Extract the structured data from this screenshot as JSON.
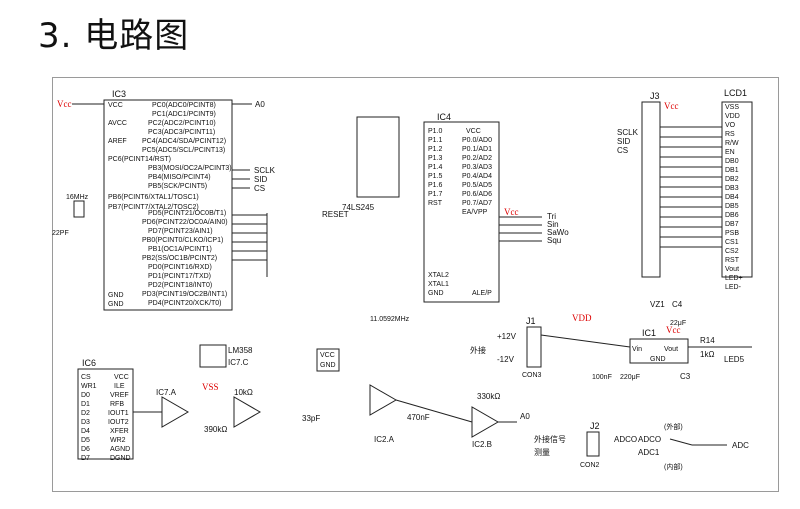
{
  "heading": {
    "number": "3.",
    "title": "电路图"
  },
  "components": {
    "ic3": "IC3",
    "ic4": "IC4",
    "ic6": "IC6",
    "ic1": "IC1",
    "lcd": "LCD1",
    "j3": "J3",
    "j1": "J1",
    "j2": "J2",
    "buffer": "74LS245",
    "opamp": "LM358",
    "vcc": "Vcc",
    "vdd": "VDD",
    "vss": "VSS",
    "crystal1": "16MHz",
    "crystal2": "11.0592MHz",
    "con3": "CON3",
    "con2": "CON2",
    "a0": "A0",
    "adc": "ADC",
    "adco": "ADCO",
    "adc1": "ADC1",
    "ic7a": "IC7.A",
    "ic7c": "IC7.C",
    "ic2a": "IC2.A",
    "ic2b": "IC2.B",
    "led5": "LED5",
    "led_plus": "LED+",
    "led_minus": "LED-",
    "ext_signal": "外接信号",
    "measure": "测量",
    "external": "外接",
    "ext_label": "(外部)",
    "int_label": "(内部)",
    "tri": "Tri",
    "sin": "Sin",
    "saw": "SaWo",
    "squ": "Squ",
    "reset": "RESET",
    "rst": "RST",
    "sclk": "SCLK",
    "sid": "SID",
    "cs": "CS",
    "vz1": "VZ1",
    "vin": "Vin",
    "vout": "Vout",
    "gnd": "GND",
    "plus12": "+12V",
    "minus12": "-12V",
    "r14": "R14",
    "c4": "C4",
    "c3": "C3",
    "cap_470n": "470nF",
    "res_330k": "330kΩ",
    "res_390k": "390kΩ",
    "res_10k": "10kΩ",
    "res_1k": "1kΩ",
    "cap_22u": "22μF",
    "cap_220u": "220μF",
    "cap_100n": "100nF",
    "cap_33p": "33pF",
    "cap_22p": "22PF"
  }
}
